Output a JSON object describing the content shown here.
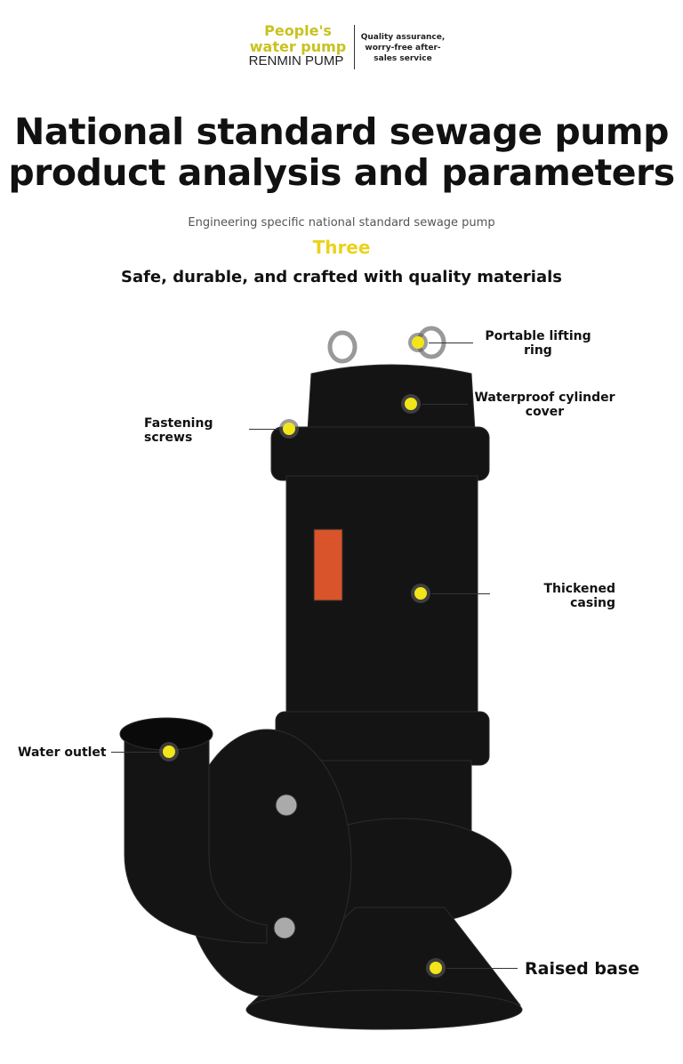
{
  "logo": {
    "name_en": "People's water pump",
    "brand": "RENMIN PUMP",
    "slogan": "Quality assurance, worry-free after-sales service"
  },
  "header": {
    "title": "National standard sewage pump product analysis and parameters",
    "subtitle": "Engineering specific national standard sewage pump",
    "number": "Three",
    "tagline": "Safe, durable, and crafted with quality materials"
  },
  "callouts": [
    "Portable lifting ring",
    "Waterproof cylinder cover",
    "Fastening screws",
    "Thickened casing",
    "Water outlet",
    "Raised base"
  ],
  "colors": {
    "accent": "#f2e51a",
    "logo": "#c9c21f"
  }
}
